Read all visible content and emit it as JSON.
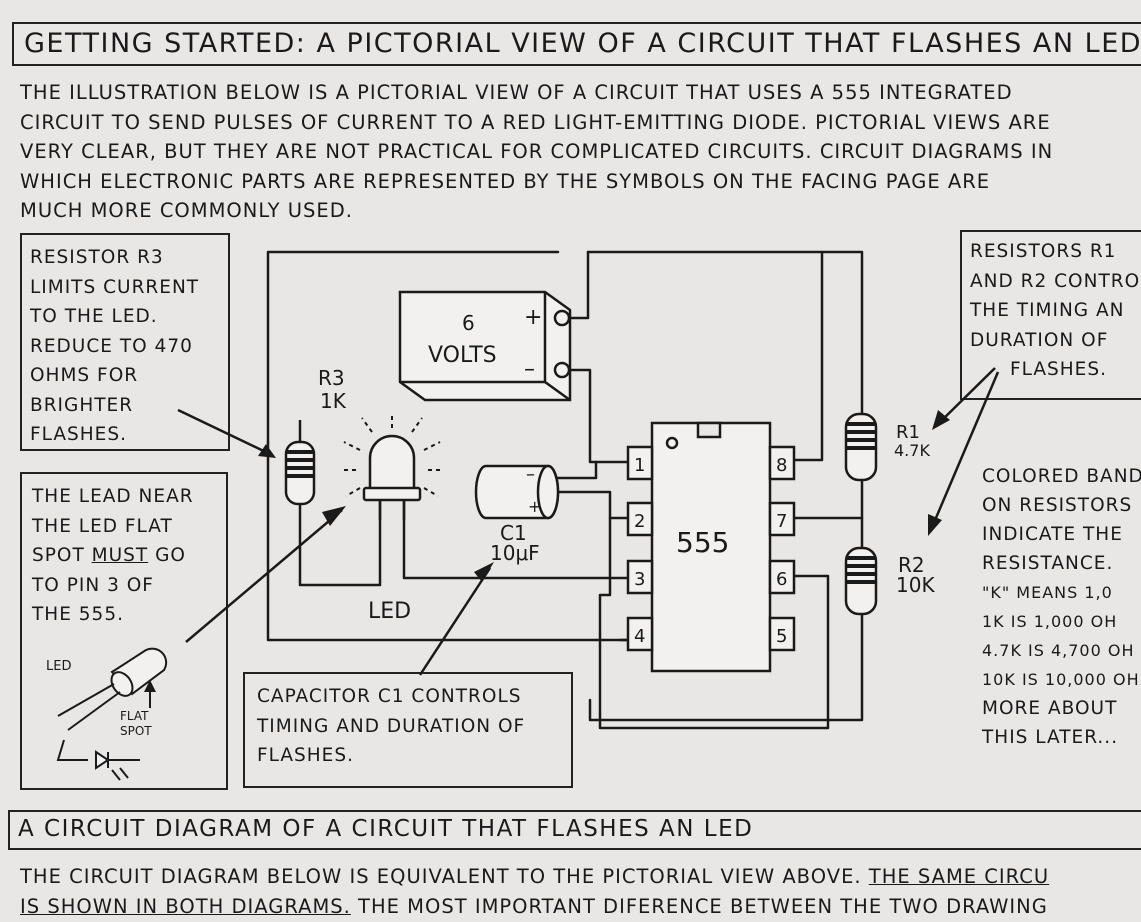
{
  "title": "GETTING STARTED: A PICTORIAL VIEW OF A CIRCUIT THAT FLASHES AN LED",
  "intro_lines": [
    "THE ILLUSTRATION BELOW IS A PICTORIAL VIEW OF A CIRCUIT THAT USES A 555 INTEGRATED",
    "CIRCUIT TO SEND PULSES OF CURRENT TO A RED LIGHT-EMITTING DIODE. PICTORIAL VIEWS ARE",
    "VERY CLEAR, BUT THEY ARE NOT PRACTICAL FOR COMPLICATED CIRCUITS. CIRCUIT DIAGRAMS IN",
    "WHICH ELECTRONIC PARTS ARE REPRESENTED BY THE SYMBOLS ON THE FACING PAGE ARE",
    "MUCH MORE COMMONLY USED."
  ],
  "r3_note": [
    "RESISTOR R3",
    "LIMITS CURRENT",
    "TO THE LED.",
    "REDUCE TO 470",
    "OHMS FOR",
    "BRIGHTER",
    "FLASHES."
  ],
  "lead_note": {
    "line1": "THE LEAD NEAR",
    "line2": "THE LED FLAT",
    "line3_pre": "SPOT ",
    "line3_must": "MUST",
    "line3_post": " GO",
    "line4": "TO PIN 3 OF",
    "line5": "THE 555."
  },
  "led_detail": {
    "led_label": "LED",
    "flat_label_1": "FLAT",
    "flat_label_2": "SPOT"
  },
  "cap_note": [
    "CAPACITOR C1  CONTROLS",
    "TIMING AND DURATION OF",
    "FLASHES."
  ],
  "r12_note": [
    "RESISTORS R1",
    "AND R2 CONTRO",
    "THE TIMING AN",
    "DURATION OF",
    "FLASHES."
  ],
  "bands_note": [
    "COLORED BAND",
    "ON RESISTORS",
    "INDICATE THE",
    "RESISTANCE.",
    "\"K\" MEANS 1,0",
    "1K IS 1,000 OH",
    "4.7K IS 4,700 OH",
    "10K IS 10,000 OH",
    "MORE ABOUT",
    "THIS LATER..."
  ],
  "circuit": {
    "battery_voltage": "6",
    "battery_unit": "VOLTS",
    "plus": "+",
    "minus": "–",
    "r3_name": "R3",
    "r3_value": "1K",
    "led_name": "LED",
    "c1_name": "C1",
    "c1_value": "10μF",
    "chip_name": "555",
    "pins_left": [
      "1",
      "2",
      "3",
      "4"
    ],
    "pins_right": [
      "8",
      "7",
      "6",
      "5"
    ],
    "r1_name": "R1",
    "r1_value": "4.7K",
    "r2_name": "R2",
    "r2_value": "10K"
  },
  "section_title": "A CIRCUIT DIAGRAM OF A CIRCUIT THAT FLASHES AN LED",
  "bottom_lines": {
    "line1_pre": "THE CIRCUIT DIAGRAM BELOW IS EQUIVALENT TO THE PICTORIAL VIEW ABOVE. ",
    "line1_u": "THE SAME CIRCU",
    "line2_u": "IS SHOWN IN BOTH DIAGRAMS.",
    "line2_post": " THE MOST IMPORTANT DIFERENCE BETWEEN THE TWO DRAWING"
  }
}
